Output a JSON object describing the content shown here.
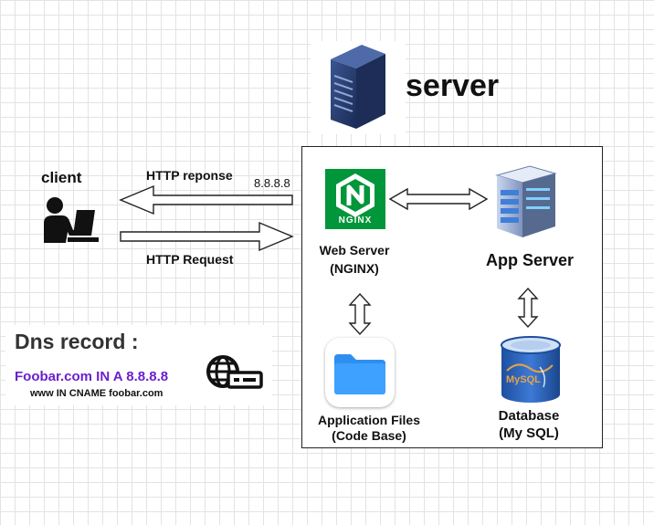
{
  "header": {
    "title": "server",
    "icon": "server-rack-icon"
  },
  "client": {
    "label": "client",
    "icon": "person-at-laptop-icon"
  },
  "arrows": {
    "response_label": "HTTP reponse",
    "request_label": "HTTP Request",
    "ip_label": "8.8.8.8"
  },
  "nodes": {
    "web_server": {
      "line1": "Web Server",
      "line2": "(NGINX)",
      "logo_text": "NGINX",
      "logo_color": "#009639"
    },
    "app_server": {
      "label": "App Server"
    },
    "app_files": {
      "line1": "Application Files",
      "line2": "(Code Base)",
      "folder_color": "#2f8ff0"
    },
    "database": {
      "line1": "Database",
      "line2": "(My SQL)",
      "logo_text": "MySQL"
    }
  },
  "dns": {
    "title": "Dns record :",
    "record_a": "Foobar.com IN A 8.8.8.8",
    "record_cname": "www IN CNAME foobar.com",
    "icon": "globe-record-icon",
    "accent_color": "#6a1fd0"
  }
}
